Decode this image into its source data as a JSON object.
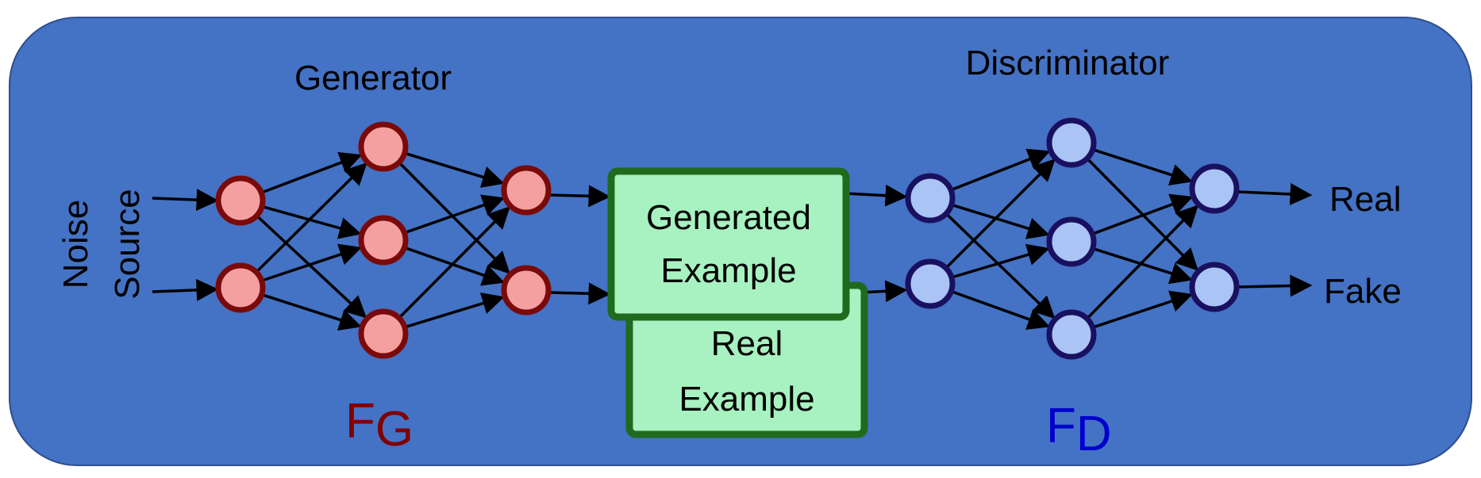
{
  "generator": {
    "title": "Generator",
    "func_letter": "F",
    "func_sub": "G",
    "color": "#800000"
  },
  "discriminator": {
    "title": "Discriminator",
    "func_letter": "F",
    "func_sub": "D",
    "color": "#0000CC"
  },
  "input": {
    "line1": "Noise",
    "line2": "Source"
  },
  "generated_box": {
    "line1": "Generated",
    "line2": "Example"
  },
  "real_box": {
    "line1": "Real",
    "line2": "Example"
  },
  "outputs": {
    "real": "Real",
    "fake": "Fake"
  },
  "colors": {
    "panel": "#4472C4",
    "panel_border": "#2F4F8F",
    "gen_node_fill": "#F4A0A0",
    "gen_node_stroke": "#7A0A0A",
    "disc_node_fill": "#A9C4F5",
    "disc_node_stroke": "#1A1060",
    "box_fill": "#A7F2C0",
    "box_stroke": "#1E6B1E",
    "arrow": "#000000"
  }
}
